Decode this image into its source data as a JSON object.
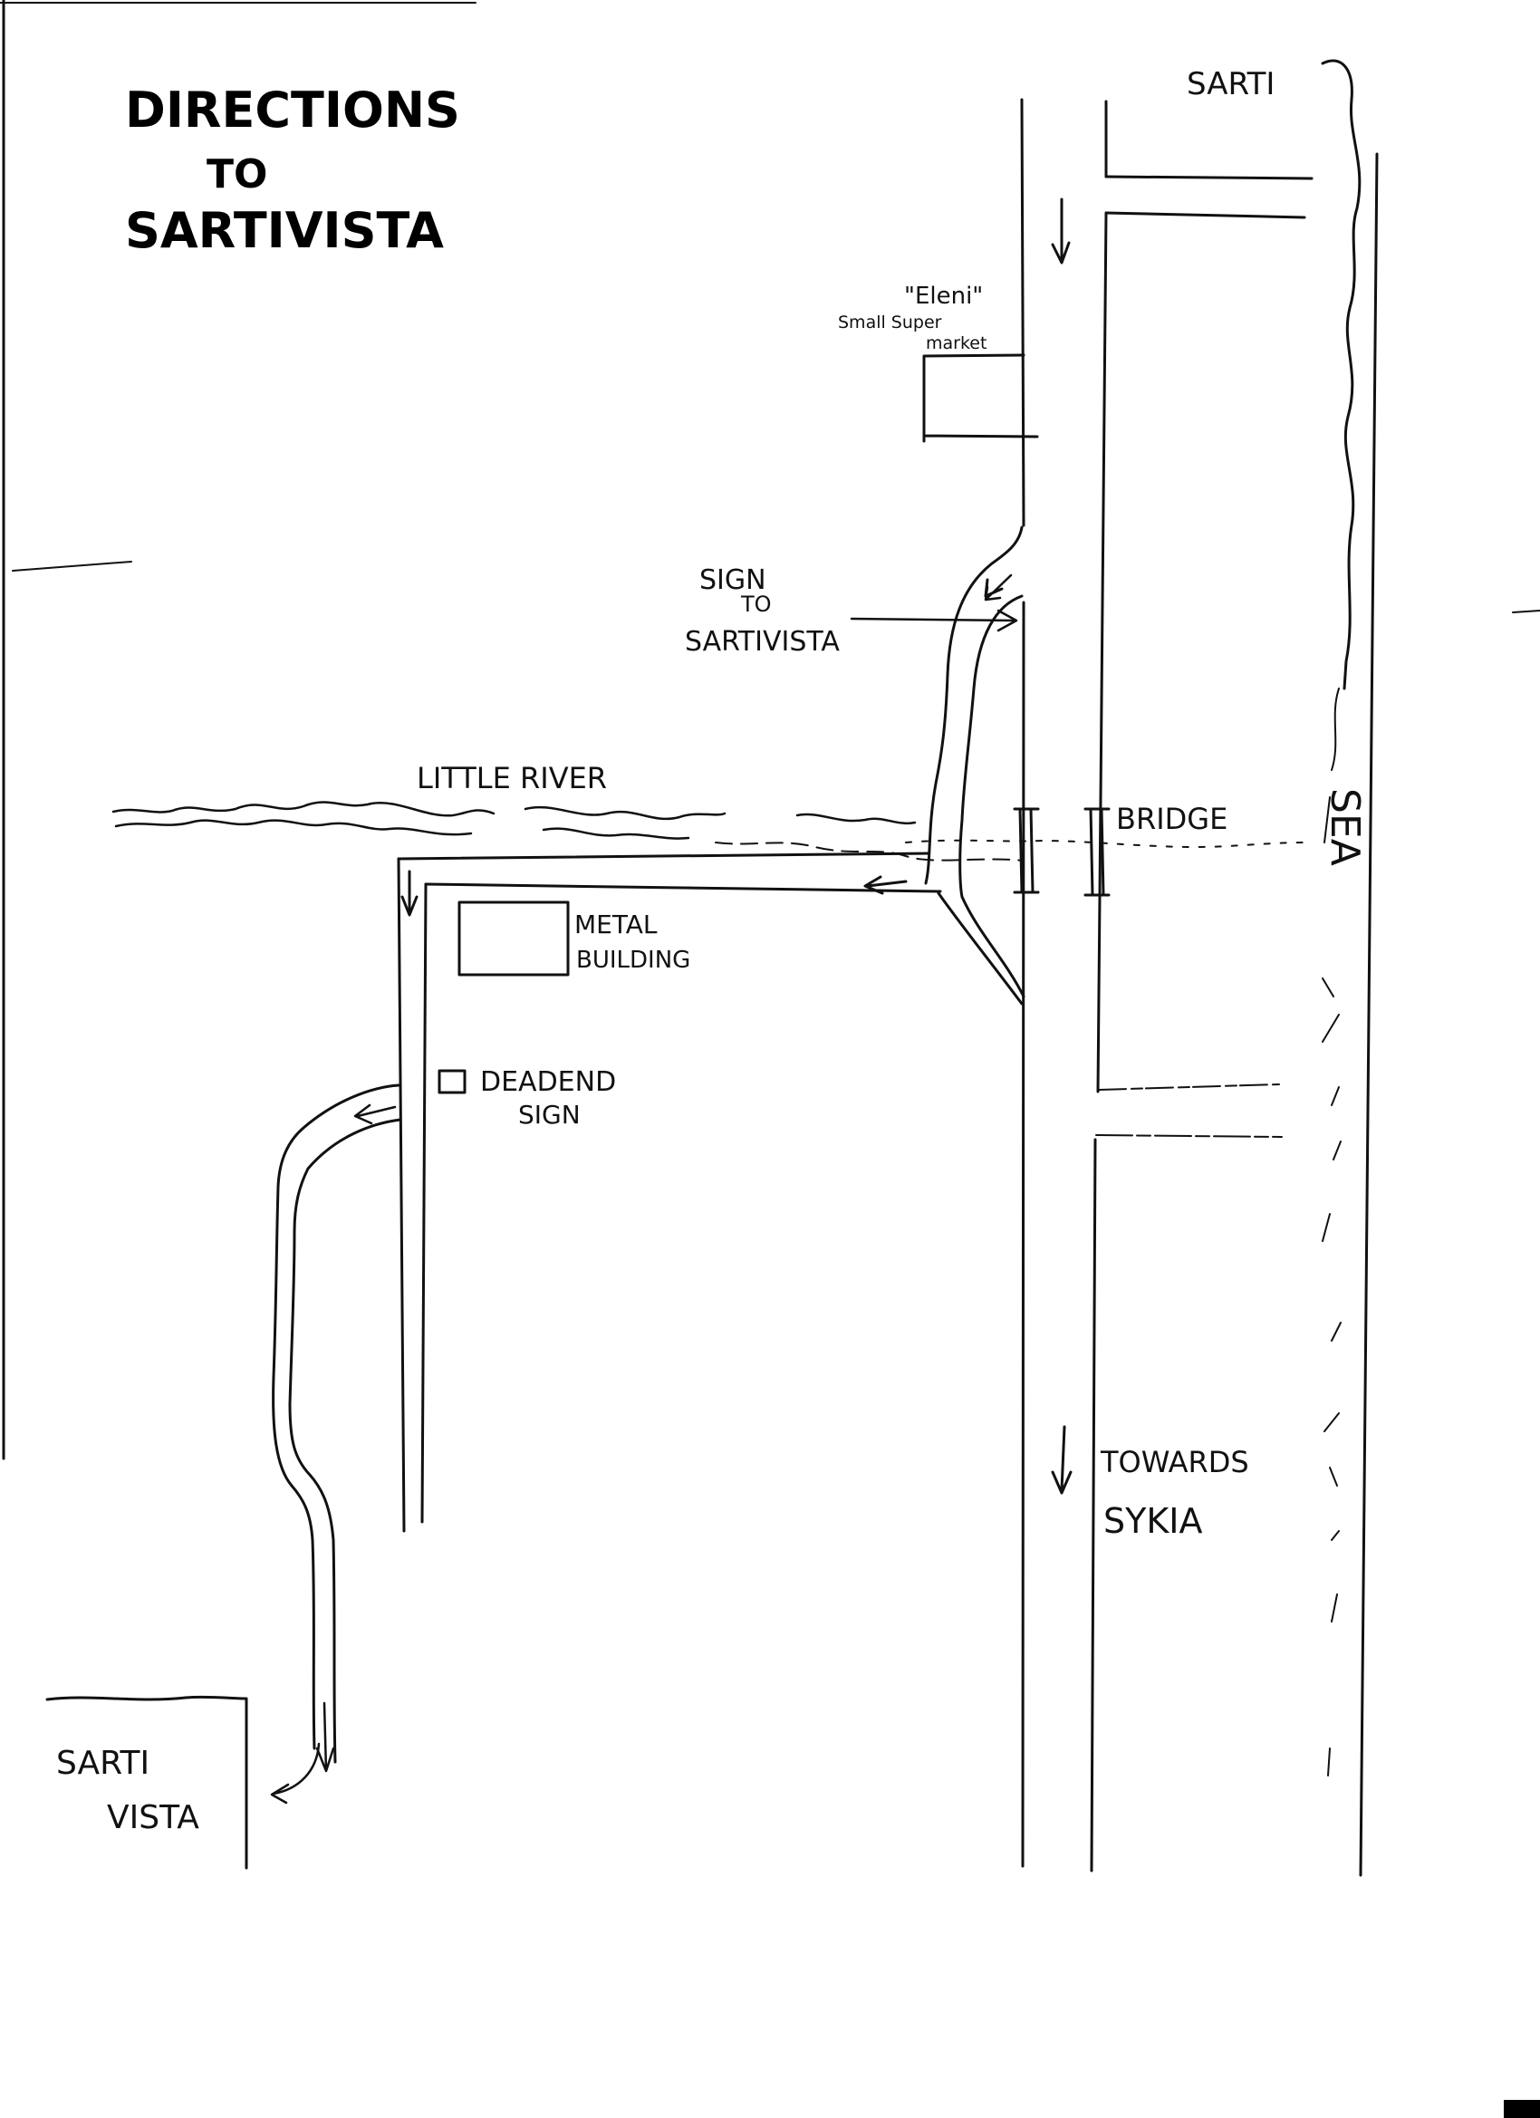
{
  "title": {
    "line1": "DIRECTIONS",
    "line2": "TO",
    "line3": "SARTIVISTA"
  },
  "labels": {
    "sarti_top": "SARTI",
    "supermarket_name": "\"Eleni\"",
    "supermarket_line1": "Small Super",
    "supermarket_line2": "market",
    "sign_line1": "SIGN",
    "sign_line2": "TO",
    "sign_line3": "SARTIVISTA",
    "little_river": "LITTLE RIVER",
    "bridge": "BRIDGE",
    "sea": "SEA",
    "metal_line1": "METAL",
    "metal_line2": "BUILDING",
    "deadend_line1": "DEADEND",
    "deadend_line2": "SIGN",
    "towards_line1": "TOWARDS",
    "towards_line2": "SYKIA",
    "dest_line1": "SARTI",
    "dest_line2": "VISTA"
  },
  "colors": {
    "ink": "#111111",
    "paper": "#ffffff"
  }
}
